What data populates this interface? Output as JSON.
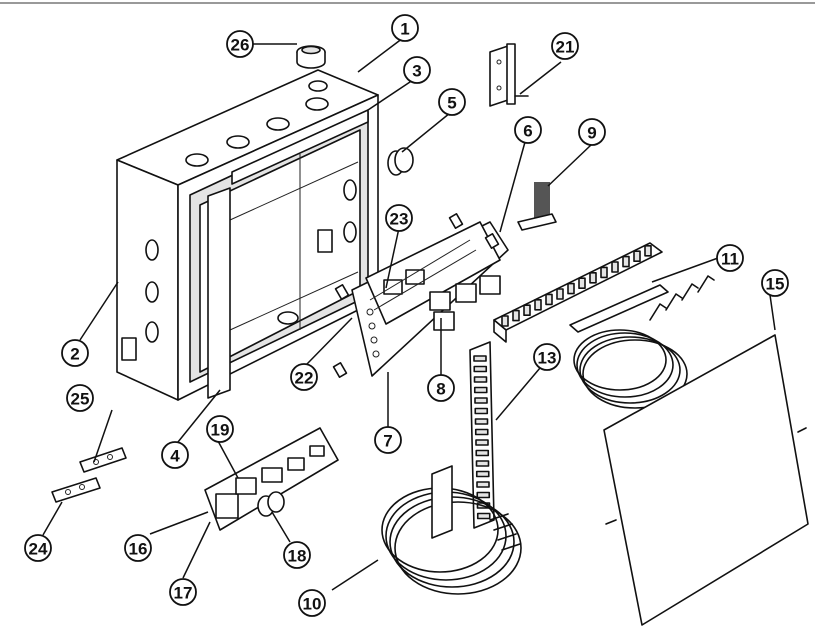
{
  "diagram": {
    "callouts": [
      {
        "id": "1",
        "label": "1"
      },
      {
        "id": "2",
        "label": "2"
      },
      {
        "id": "3",
        "label": "3"
      },
      {
        "id": "4",
        "label": "4"
      },
      {
        "id": "5",
        "label": "5"
      },
      {
        "id": "6",
        "label": "6"
      },
      {
        "id": "7",
        "label": "7"
      },
      {
        "id": "8",
        "label": "8"
      },
      {
        "id": "9",
        "label": "9"
      },
      {
        "id": "10",
        "label": "10"
      },
      {
        "id": "11",
        "label": "11"
      },
      {
        "id": "13",
        "label": "13"
      },
      {
        "id": "15",
        "label": "15"
      },
      {
        "id": "16",
        "label": "16"
      },
      {
        "id": "17",
        "label": "17"
      },
      {
        "id": "18",
        "label": "18"
      },
      {
        "id": "19",
        "label": "19"
      },
      {
        "id": "21",
        "label": "21"
      },
      {
        "id": "22",
        "label": "22"
      },
      {
        "id": "23",
        "label": "23"
      },
      {
        "id": "24",
        "label": "24"
      },
      {
        "id": "25",
        "label": "25"
      },
      {
        "id": "26",
        "label": "26"
      }
    ]
  }
}
